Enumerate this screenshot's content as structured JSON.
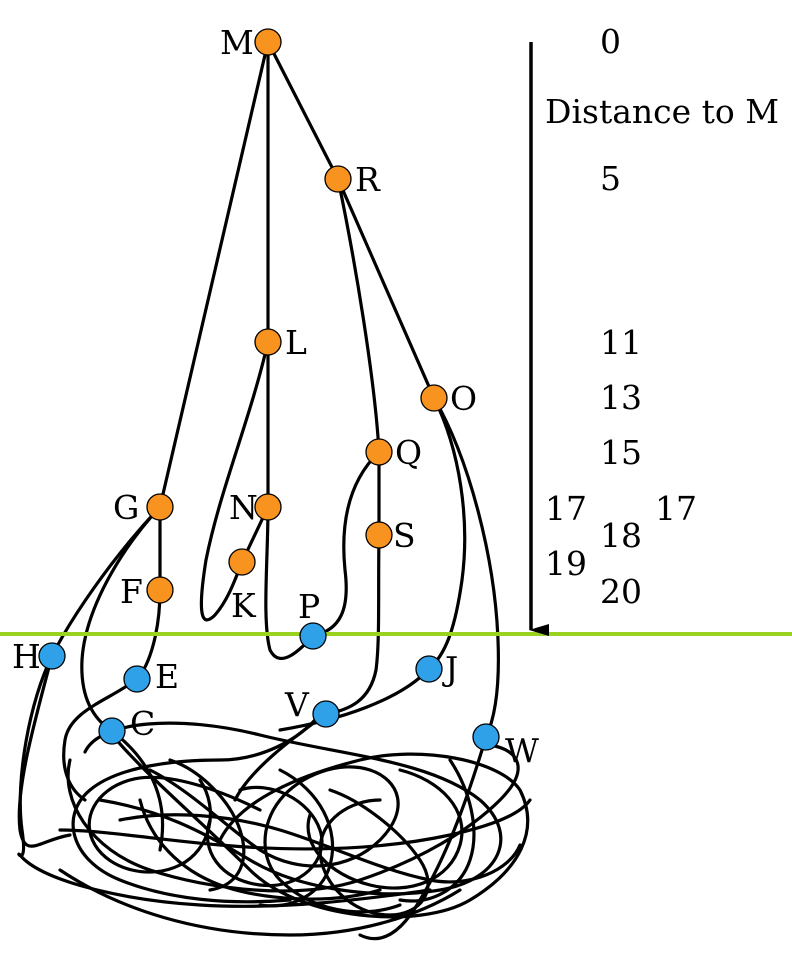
{
  "colors": {
    "visited_node": "#f7931e",
    "frontier_node": "#2fa1e8",
    "threshold_line": "#9ad31f",
    "edge": "#000000"
  },
  "axis": {
    "title": "Distance to M",
    "ticks": [
      "0",
      "5",
      "11",
      "13",
      "15",
      "17",
      "17",
      "18",
      "19",
      "20"
    ]
  },
  "nodes": {
    "M": {
      "label": "M",
      "state": "visited"
    },
    "R": {
      "label": "R",
      "state": "visited"
    },
    "L": {
      "label": "L",
      "state": "visited"
    },
    "O": {
      "label": "O",
      "state": "visited"
    },
    "Q": {
      "label": "Q",
      "state": "visited"
    },
    "G": {
      "label": "G",
      "state": "visited"
    },
    "N": {
      "label": "N",
      "state": "visited"
    },
    "S": {
      "label": "S",
      "state": "visited"
    },
    "K": {
      "label": "K",
      "state": "visited"
    },
    "F": {
      "label": "F",
      "state": "visited"
    },
    "P": {
      "label": "P",
      "state": "frontier"
    },
    "H": {
      "label": "H",
      "state": "frontier"
    },
    "E": {
      "label": "E",
      "state": "frontier"
    },
    "J": {
      "label": "J",
      "state": "frontier"
    },
    "V": {
      "label": "V",
      "state": "frontier"
    },
    "C": {
      "label": "C",
      "state": "frontier"
    },
    "W": {
      "label": "W",
      "state": "frontier"
    }
  },
  "edges": [
    [
      "M",
      "R"
    ],
    [
      "M",
      "L"
    ],
    [
      "M",
      "G"
    ],
    [
      "R",
      "O"
    ],
    [
      "R",
      "Q"
    ],
    [
      "L",
      "N"
    ],
    [
      "L",
      "K"
    ],
    [
      "G",
      "F"
    ],
    [
      "G",
      "H"
    ],
    [
      "G",
      "C"
    ],
    [
      "F",
      "E"
    ],
    [
      "N",
      "K"
    ],
    [
      "N",
      "P"
    ],
    [
      "Q",
      "S"
    ],
    [
      "Q",
      "P"
    ],
    [
      "S",
      "V"
    ],
    [
      "O",
      "J"
    ],
    [
      "O",
      "W"
    ]
  ]
}
